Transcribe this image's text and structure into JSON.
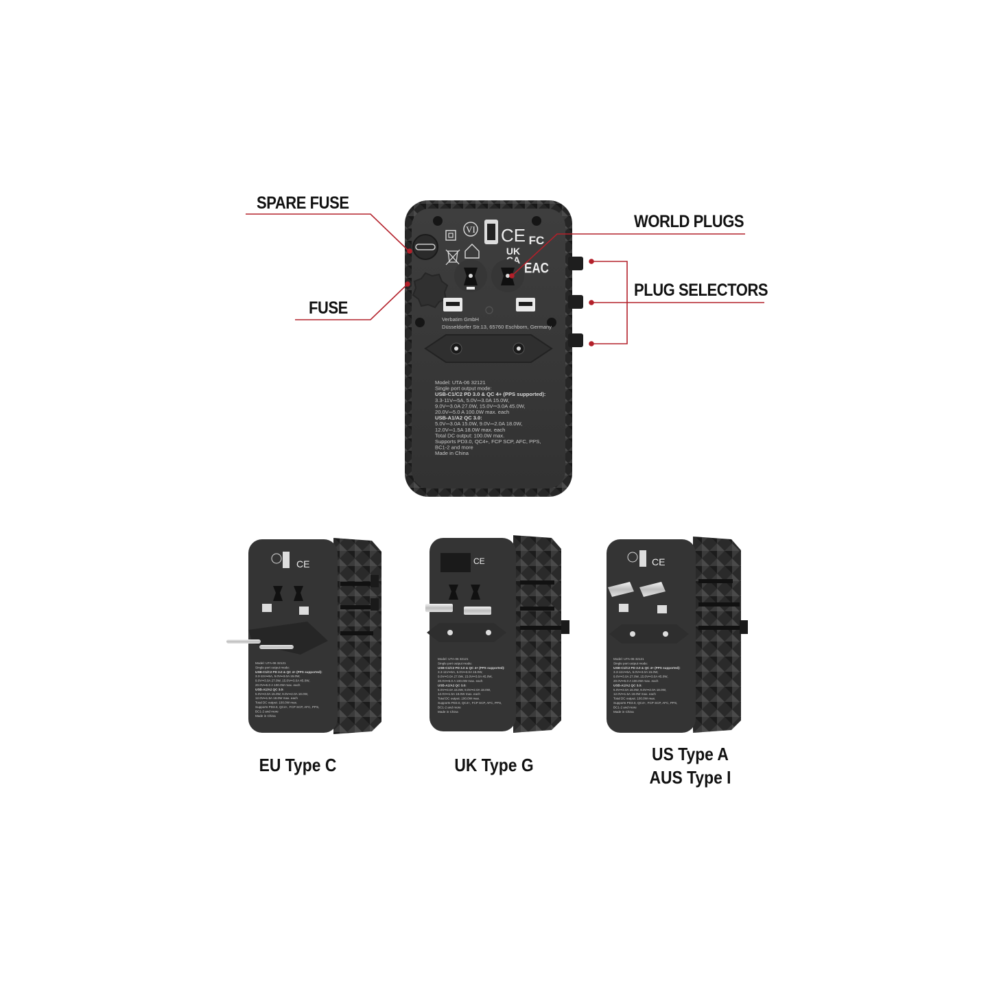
{
  "callouts": {
    "spare_fuse": "SPARE FUSE",
    "fuse": "FUSE",
    "world_plugs": "WORLD PLUGS",
    "plug_selectors": "PLUG SELECTORS"
  },
  "captions": {
    "eu": "EU Type C",
    "uk": "UK Type G",
    "us_line1": "US Type A",
    "us_line2": "AUS Type I"
  },
  "device": {
    "marks": {
      "vi": "VI",
      "ce": "CE",
      "ukca_top": "UK",
      "ukca_bottom": "CA",
      "fc": "FC",
      "eac": "EAC"
    },
    "manufacturer": "Verbatim GmbH",
    "address": "Düsseldorfer Str.13, 65760 Eschborn, Germany",
    "spec_lines": [
      {
        "text": "Model: UTA-06 32121",
        "bold": false
      },
      {
        "text": "Single port output mode:",
        "bold": false
      },
      {
        "text": "USB-C1/C2 PD 3.0 & QC 4+ (PPS supported):",
        "bold": true
      },
      {
        "text": "3.3-11V⎓5A, 5.0V⎓3.0A 15.0W,",
        "bold": false
      },
      {
        "text": "9.0V⎓3.0A 27.0W, 15.0V⎓3.0A 45.0W,",
        "bold": false
      },
      {
        "text": "20.0V⎓5.0 A 100.0W max. each",
        "bold": false
      },
      {
        "text": "USB-A1/A2 QC 3.0:",
        "bold": true
      },
      {
        "text": "5.0V⎓3.0A 15.0W, 9.0V⎓2.0A 18.0W,",
        "bold": false
      },
      {
        "text": "12.0V⎓1.5A 18.0W max. each",
        "bold": false
      },
      {
        "text": "Total DC output: 100.0W max.",
        "bold": false
      },
      {
        "text": "Supports PD3.0, QC4+, FCP SCP, AFC, PPS,",
        "bold": false
      },
      {
        "text": "BC1-2 and more",
        "bold": false
      },
      {
        "text": "Made in China",
        "bold": false
      }
    ]
  },
  "colors": {
    "accent_line": "#b3202a",
    "device_body": "#2b2b2b",
    "device_face": "#3a3a3a",
    "text": "#111111"
  }
}
